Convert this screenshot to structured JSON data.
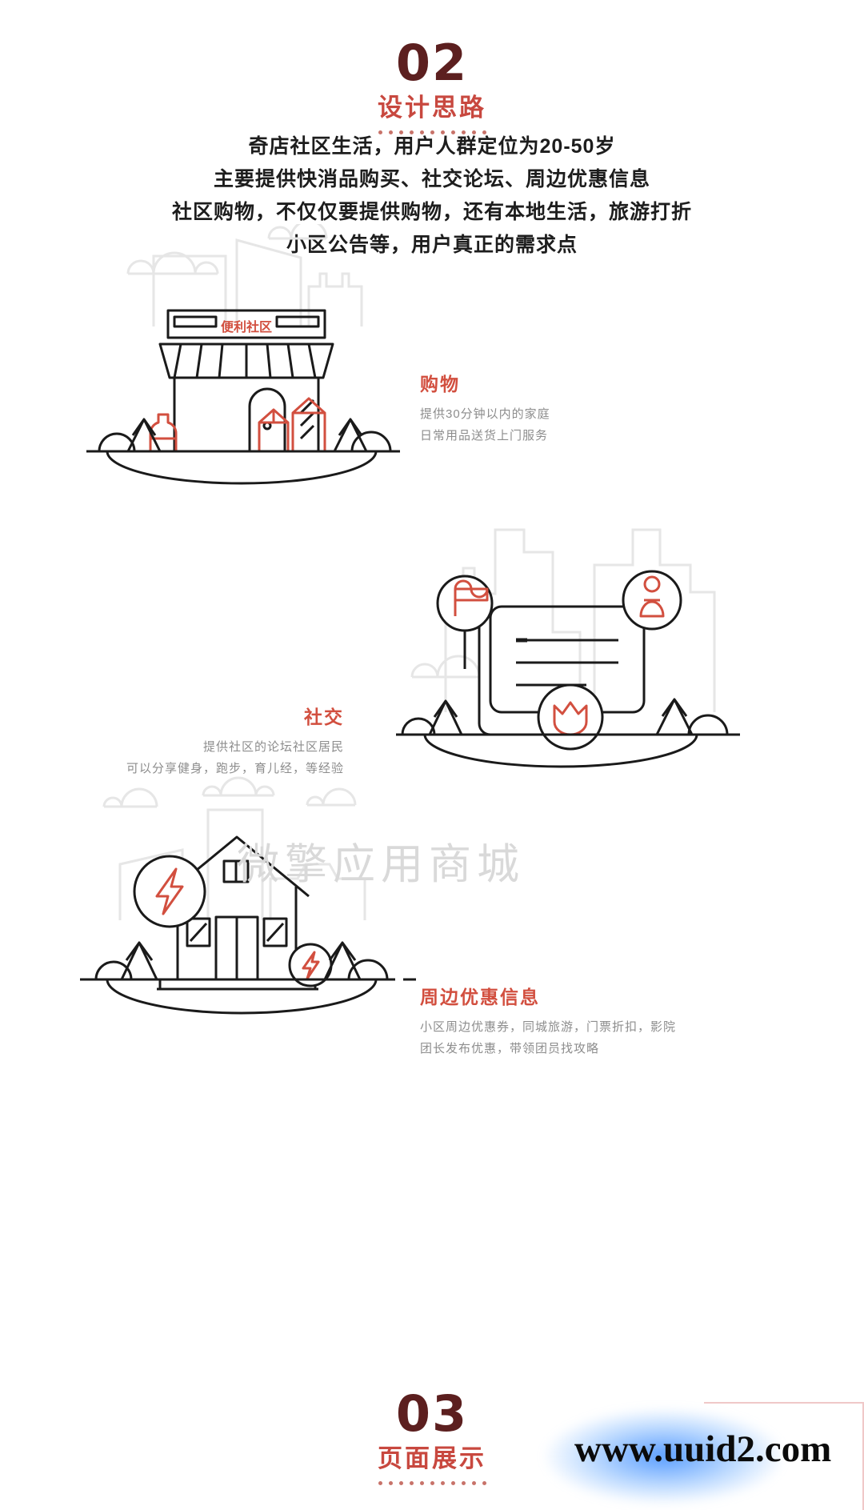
{
  "header": {
    "number": "02",
    "title": "设计思路",
    "dot_count": 11,
    "intro_lines": [
      "奇店社区生活，用户人群定位为20-50岁",
      "主要提供快消品购买、社交论坛、周边优惠信息",
      "社区购物，不仅仅要提供购物，还有本地生活，旅游打折",
      "小区公告等，用户真正的需求点"
    ]
  },
  "features": [
    {
      "id": "shopping",
      "title": "购物",
      "lines": [
        "提供30分钟以内的家庭",
        "日常用品送货上门服务"
      ],
      "art": "convenience-store-illustration",
      "sign_text": "便利社区",
      "align": "left"
    },
    {
      "id": "social",
      "title": "社交",
      "lines": [
        "提供社区的论坛社区居民",
        "可以分享健身，跑步，育儿经，等经验"
      ],
      "art": "forum-post-illustration",
      "align": "right"
    },
    {
      "id": "deals",
      "title": "周边优惠信息",
      "lines": [
        "小区周边优惠券，同城旅游，门票折扣，影院",
        "团长发布优惠，带领团员找攻略"
      ],
      "art": "house-discount-illustration",
      "align": "left"
    }
  ],
  "footer": {
    "number": "03",
    "title": "页面展示",
    "dot_count": 11
  },
  "watermarks": {
    "center": "微擎应用商城",
    "url": "www.uuid2.com"
  },
  "colors": {
    "accent_red": "#d24f3f",
    "dark_red": "#5c1f1f",
    "title_red": "#c8483f",
    "body_gray": "#8d8d8d",
    "line_black": "#1a1a1a",
    "ghost_gray": "#e6e6e6",
    "watermark_gray": "#d9d9d9"
  }
}
